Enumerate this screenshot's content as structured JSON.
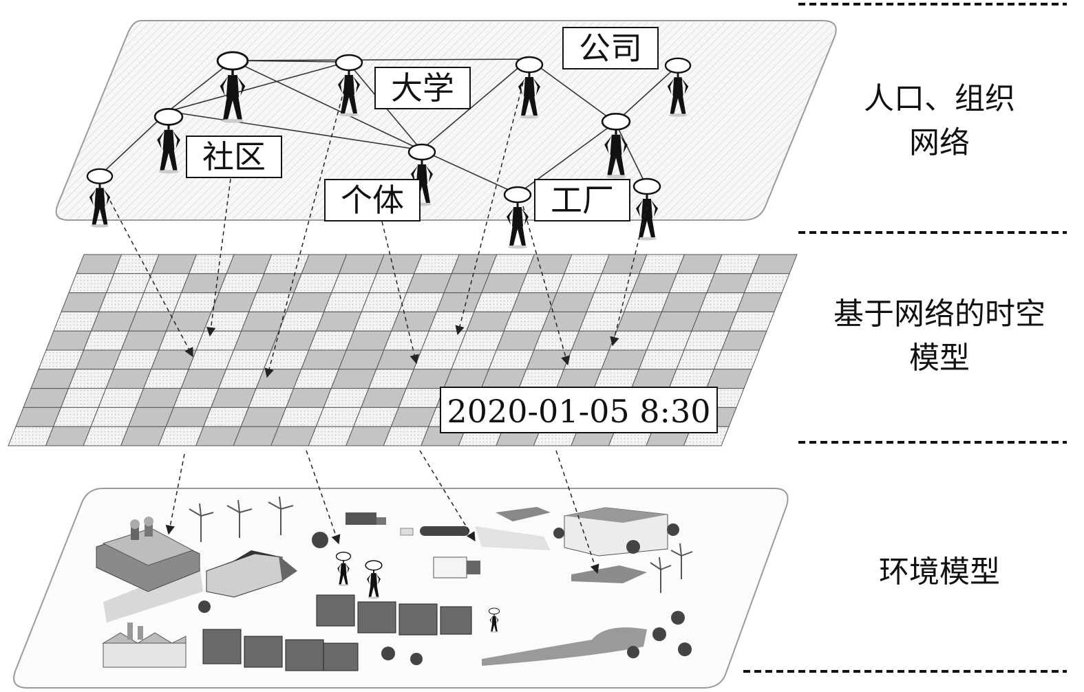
{
  "layers": {
    "network": {
      "label_line1": "人口、组织",
      "label_line2": "网络",
      "tags": {
        "company": "公司",
        "university": "大学",
        "community": "社区",
        "individual": "个体",
        "factory": "工厂"
      }
    },
    "spatiotemporal": {
      "label_line1": "基于网络的时空",
      "label_line2": "模型",
      "timestamp": "2020-01-05 8:30"
    },
    "environment": {
      "label": "环境模型"
    }
  }
}
